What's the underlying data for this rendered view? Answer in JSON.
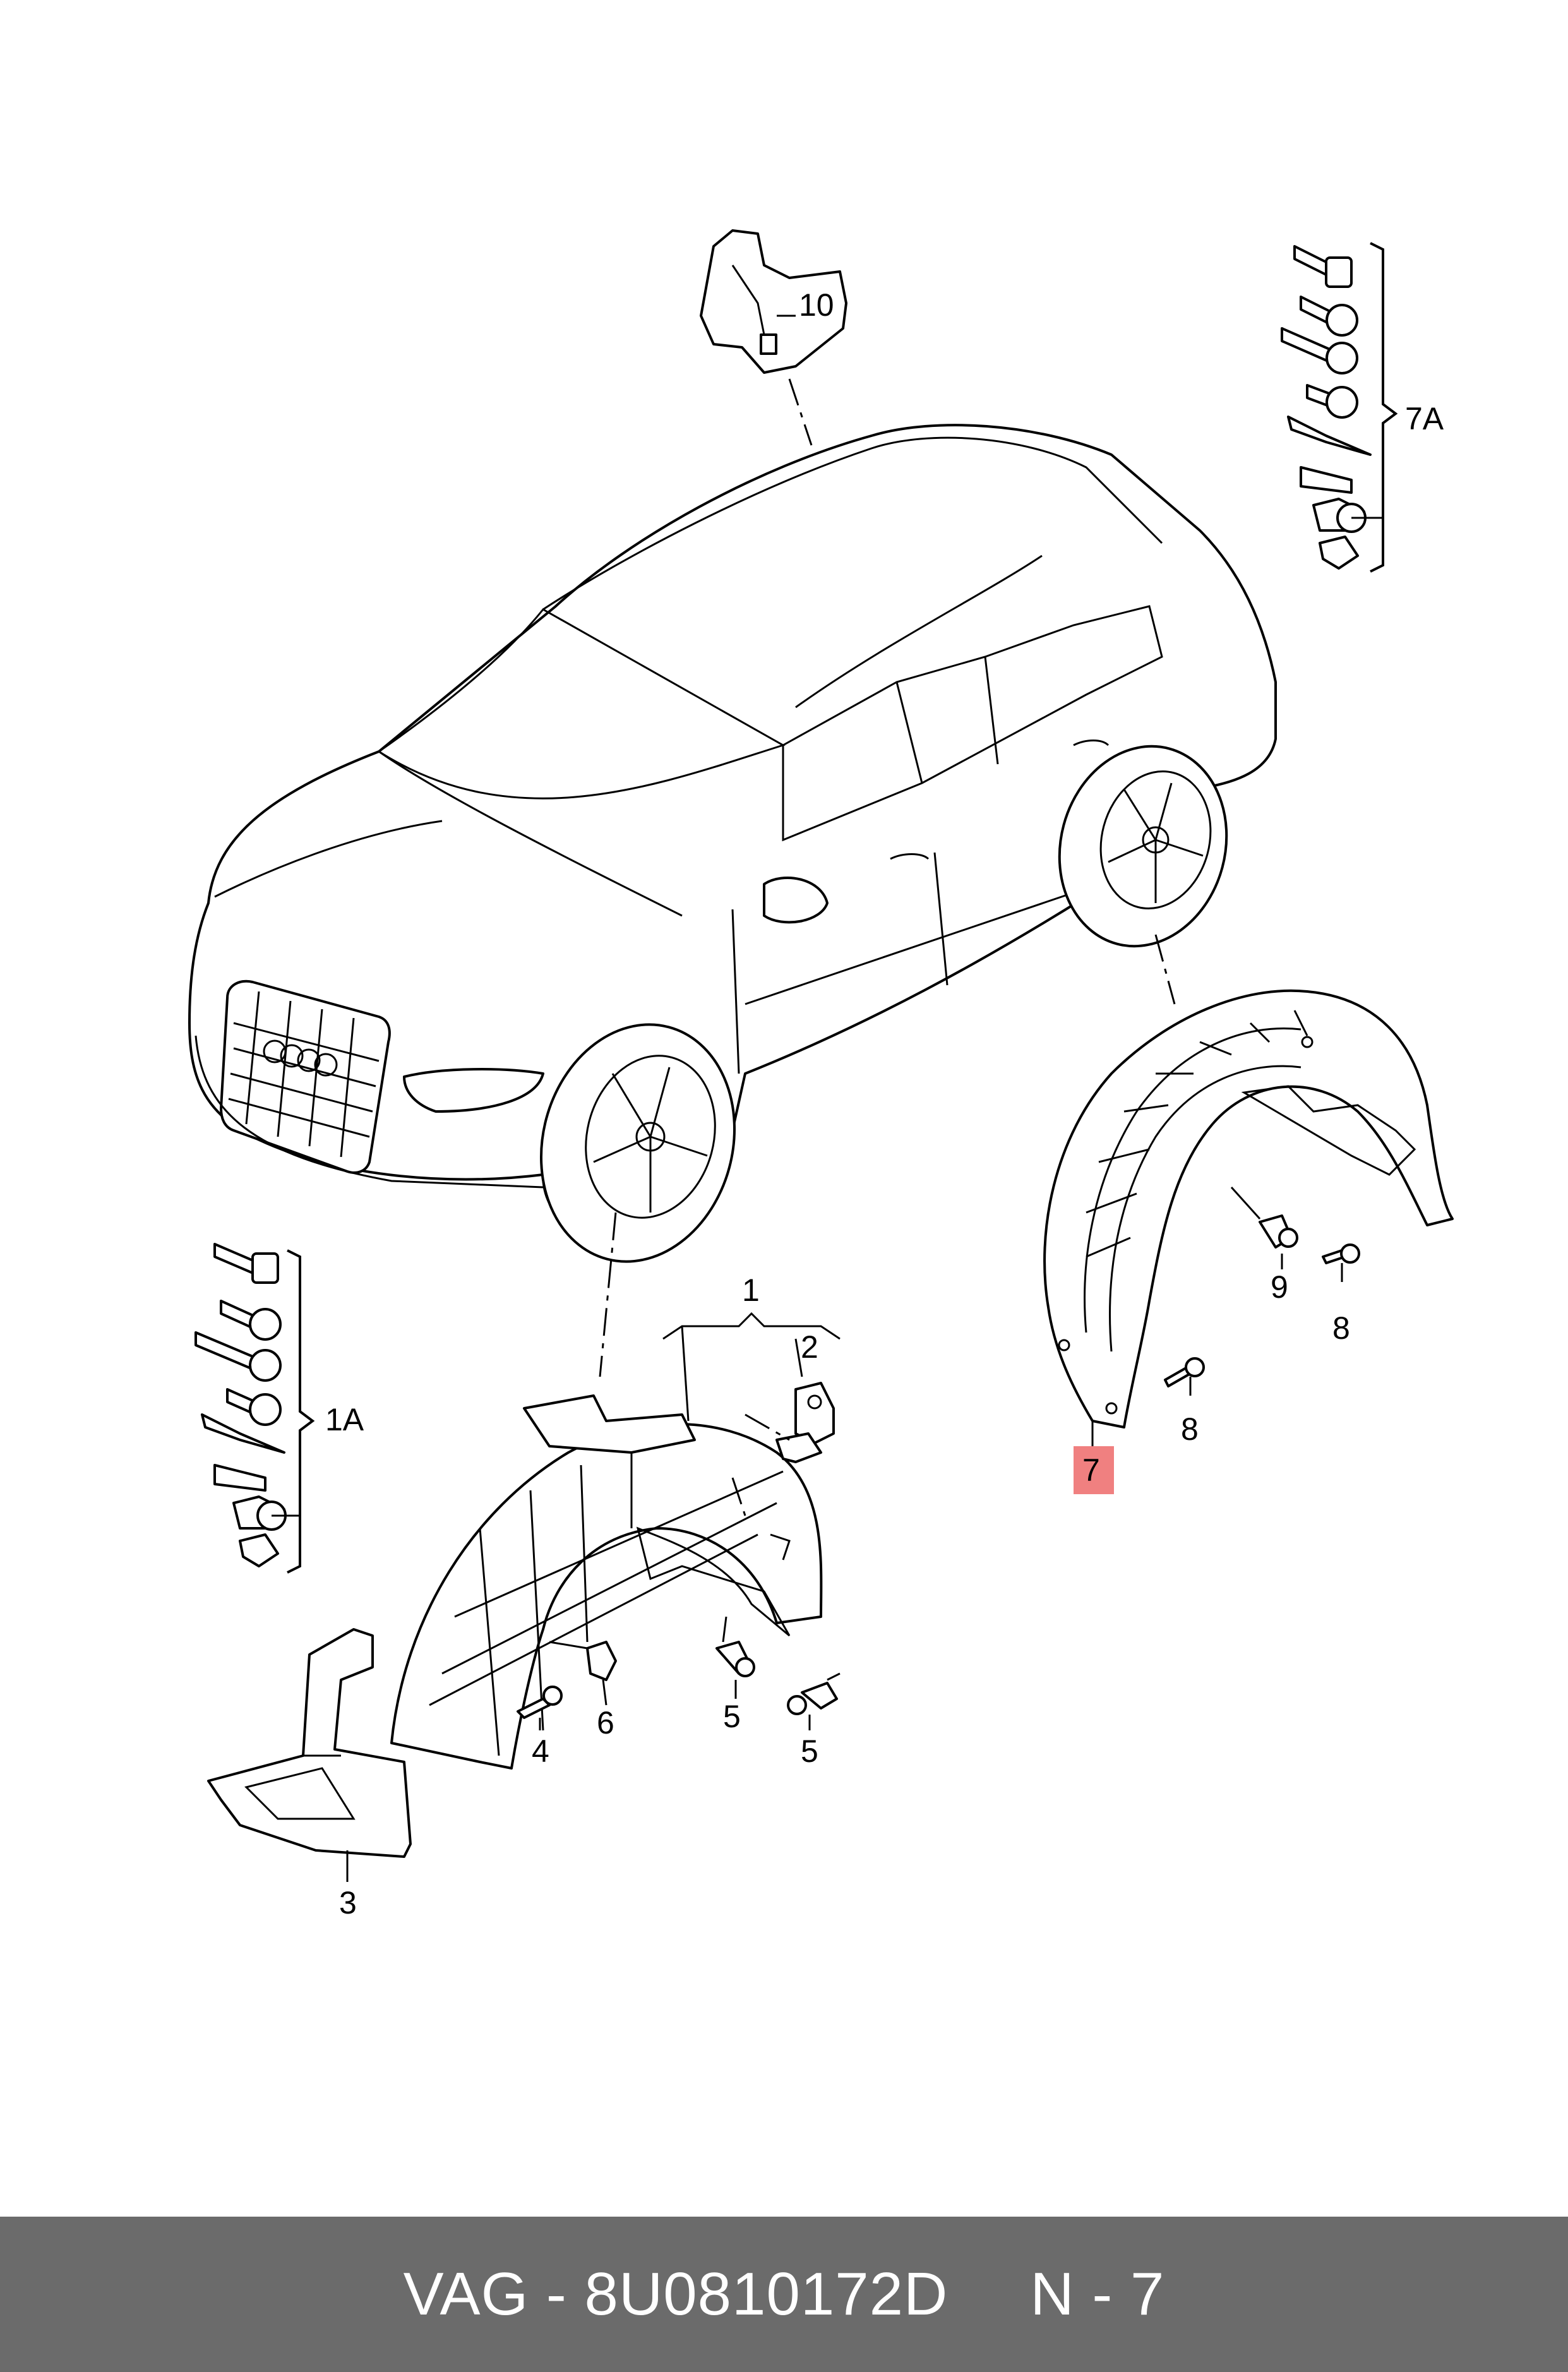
{
  "callouts": {
    "p1": "1",
    "p1a": "1A",
    "p2": "2",
    "p3": "3",
    "p4": "4",
    "p5a": "5",
    "p5b": "5",
    "p6": "6",
    "p7": "7",
    "p7a": "7A",
    "p8a": "8",
    "p8b": "8",
    "p9": "9",
    "p10": "10"
  },
  "highlight_color": "#f08080",
  "footer": {
    "part_ref": "VAG - 8U0810172D",
    "position": "N - 7"
  }
}
